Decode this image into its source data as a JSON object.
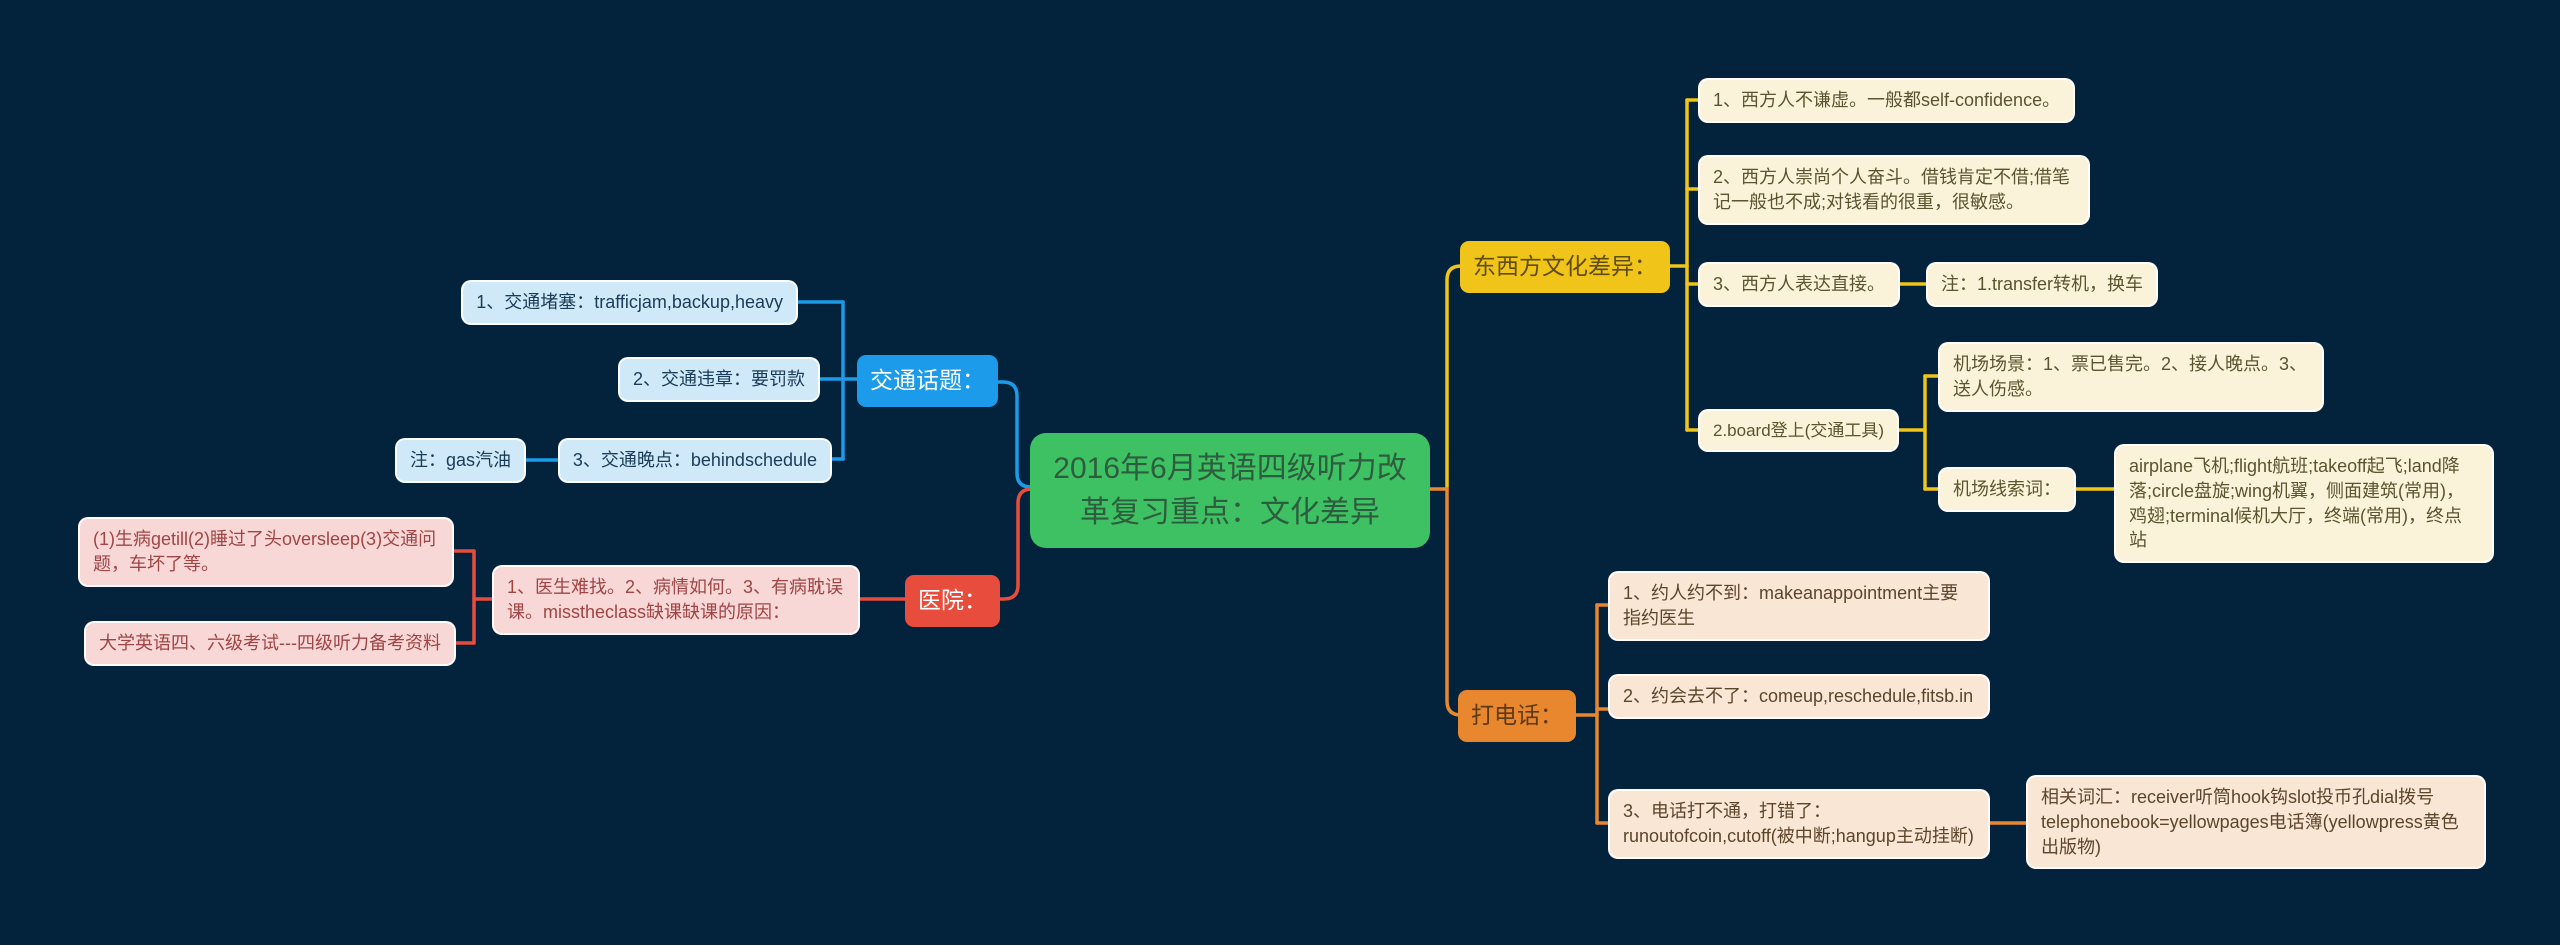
{
  "colors": {
    "background": "#03223c",
    "central_green": "#3ec162",
    "traffic_blue": "#1b9be9",
    "hospital_red": "#e74c3c",
    "culture_yellow": "#f0c419",
    "phone_orange": "#e8872d",
    "leaf_lightblue": "#cfe9f8",
    "leaf_pink": "#f8d7d7",
    "leaf_cream": "#faf3d9",
    "leaf_peach": "#f9e6d4"
  },
  "central": {
    "label": "2016年6月英语四级听力改革复习重点：文化差异"
  },
  "traffic": {
    "label": "交通话题：",
    "item1": "1、交通堵塞：trafficjam,backup,heavy",
    "item2": "2、交通违章：要罚款",
    "item3": "3、交通晚点：behindschedule",
    "note": "注：gas汽油"
  },
  "hospital": {
    "label": "医院：",
    "summary": "1、医生难找。2、病情如何。3、有病耽误课。misstheclass缺课缺课的原因：",
    "reasons": "(1)生病getill(2)睡过了头oversleep(3)交通问题，车坏了等。",
    "footer": "大学英语四、六级考试---四级听力备考资料"
  },
  "culture": {
    "label": "东西方文化差异：",
    "item1": "1、西方人不谦虚。一般都self-confidence。",
    "item2": "2、西方人崇尚个人奋斗。借钱肯定不借;借笔记一般也不成;对钱看的很重，很敏感。",
    "item3": "3、西方人表达直接。",
    "note": "注：1.transfer转机，换车",
    "board": "2.board登上(交通工具)",
    "airport_scene": "机场场景：1、票已售完。2、接人晚点。3、送人伤感。",
    "airport_clue_label": "机场线索词：",
    "airport_clues": "airplane飞机;flight航班;takeoff起飞;land降落;circle盘旋;wing机翼，侧面建筑(常用)，鸡翅;terminal候机大厅，终端(常用)，终点站"
  },
  "phone": {
    "label": "打电话：",
    "item1": "1、约人约不到：makeanappointment主要指约医生",
    "item2": "2、约会去不了：comeup,reschedule,fitsb.in",
    "item3": "3、电话打不通，打错了：runoutofcoin,cutoff(被中断;hangup主动挂断)",
    "related": "相关词汇：receiver听筒hook钩slot投币孔dial拨号telephonebook=yellowpages电话簿(yellowpress黄色出版物)"
  }
}
